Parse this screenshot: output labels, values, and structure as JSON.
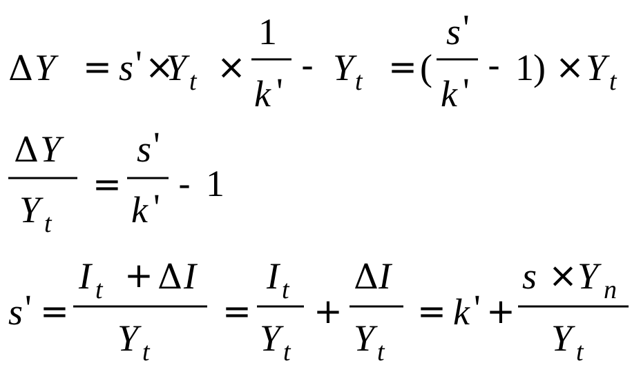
{
  "equation1": {
    "lhs_delta": "Δ",
    "lhs_var": "Y",
    "eq": "=",
    "s": "s",
    "prime": "'",
    "times": "×",
    "y": "Y",
    "sub_t": "t",
    "frac_num": "1",
    "frac_den": "k",
    "minus": "-",
    "lparen": "(",
    "one": "1",
    "rparen": ")"
  },
  "equation2": {
    "num_delta": "Δ",
    "num_var": "Y",
    "den_var": "Y",
    "den_sub": "t",
    "eq": "=",
    "frac_num": "s",
    "frac_den": "k",
    "prime": "'",
    "minus": "-",
    "one": "1"
  },
  "equation3": {
    "lhs": "s",
    "prime": "'",
    "eq": "=",
    "i": "I",
    "sub_t": "t",
    "plus": "+",
    "delta": "Δ",
    "y": "Y",
    "k": "k",
    "s": "s",
    "times": "×",
    "sub_n": "n"
  }
}
